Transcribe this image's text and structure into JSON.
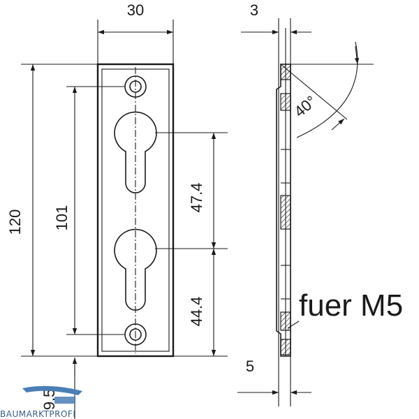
{
  "dimensions": {
    "width": "30",
    "height": "120",
    "hole_spacing": "101",
    "cylinder_spacing": "47.4",
    "bottom_offset": "44.4",
    "edge_offset": "9.5",
    "thickness": "3",
    "lip": "5",
    "angle": "40°"
  },
  "note": "fuer M5",
  "watermark": "BAUMARKTPROFI",
  "colors": {
    "line": "#1a1a1a",
    "watermark": "#3a5f87",
    "watermark_logo": "#4a7fb5"
  }
}
